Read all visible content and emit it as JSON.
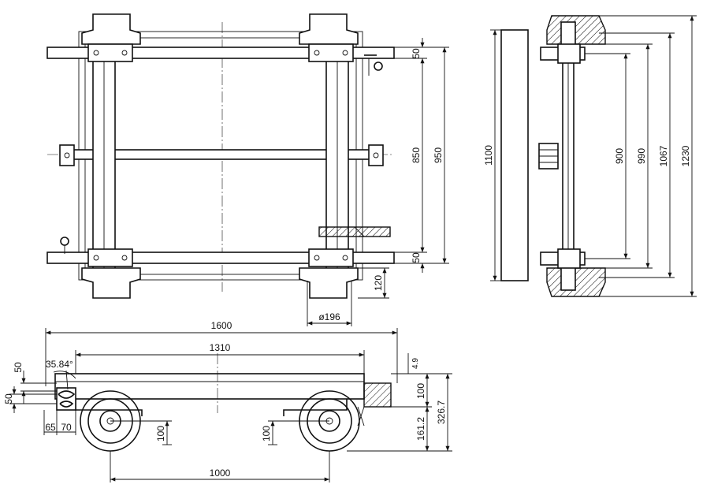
{
  "dimensions": {
    "top_view": {
      "d50_top": "50",
      "d850": "850",
      "d950": "950",
      "d50_bottom": "50",
      "d120": "120",
      "d196": "ø196"
    },
    "side_view": {
      "d1100": "1100",
      "d900": "900",
      "d990": "990",
      "d1067": "1067",
      "d1230": "1230"
    },
    "front_view": {
      "d1600": "1600",
      "d1310": "1310",
      "d1000": "1000",
      "angle": "35.84°",
      "d50_a": "50",
      "d50_b": "50",
      "d65": "65",
      "d70": "70",
      "d100_left": "100",
      "d100_mid": "100",
      "d100_right": "100",
      "d161": "161.2",
      "d326": "326.7",
      "d4": "4.9"
    }
  }
}
